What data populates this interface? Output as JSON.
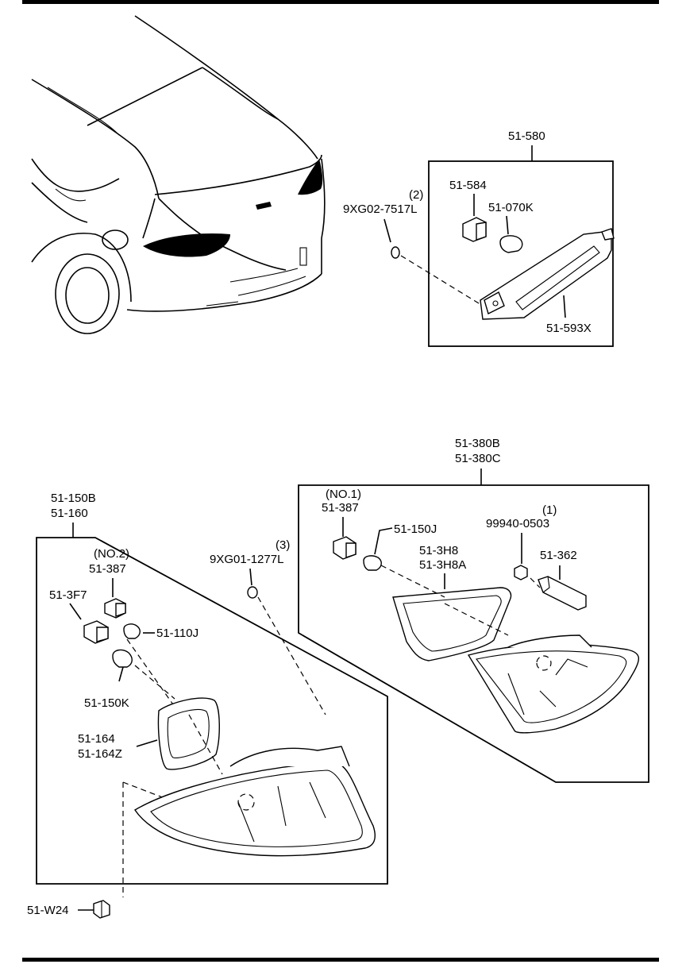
{
  "labels": {
    "assy_high_mount": "51-580",
    "socket_high_mount": "51-584",
    "bulb_high_mount": "51-070K",
    "screw_qty_top": "(2)",
    "screw_top": "9XG02-7517L",
    "lens_high_mount": "51-593X",
    "assy_inner_a": "51-380B",
    "assy_inner_b": "51-380C",
    "no1": "(NO.1)",
    "socket_inner": "51-387",
    "bulb_inner": "51-150J",
    "nut_qty": "(1)",
    "nut": "99940-0503",
    "gasket_inner_a": "51-3H8",
    "gasket_inner_b": "51-3H8A",
    "bracket_inner": "51-362",
    "assy_outer_a": "51-150B",
    "assy_outer_b": "51-160",
    "no2": "(NO.2)",
    "socket_outer_no2": "51-387",
    "screw_qty_mid": "(3)",
    "screw_mid": "9XG01-1277L",
    "socket_outer": "51-3F7",
    "bulb_outer_small": "51-110J",
    "bulb_outer": "51-150K",
    "gasket_outer_a": "51-164",
    "gasket_outer_b": "51-164Z",
    "screw_bottom": "51-W24"
  }
}
